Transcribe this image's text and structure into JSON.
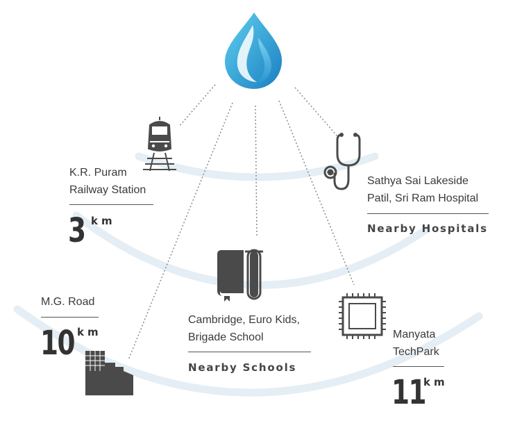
{
  "colors": {
    "arc": "#e4eef4",
    "icon": "#4a4a4a",
    "dots": "#8a8a8a",
    "drop_light": "#5fd0f0",
    "drop_dark": "#1b7ec0"
  },
  "items": {
    "railway": {
      "name_line1": "K.R. Puram",
      "name_line2": "Railway Station",
      "distance": "3",
      "unit": "km",
      "icon": "train-icon"
    },
    "hospital": {
      "name_line1": "Sathya Sai Lakeside",
      "name_line2": "Patil, Sri Ram Hospital",
      "category": "Nearby Hospitals",
      "icon": "stethoscope-icon"
    },
    "mg_road": {
      "name_line1": "M.G. Road",
      "distance": "10",
      "unit": "km",
      "icon": "buildings-icon"
    },
    "schools": {
      "name_line1": "Cambridge, Euro Kids,",
      "name_line2": "Brigade School",
      "category": "Nearby Schools",
      "icon": "books-icon"
    },
    "techpark": {
      "name_line1": "Manyata",
      "name_line2": "TechPark",
      "distance": "11",
      "unit": "km",
      "icon": "chip-icon"
    }
  },
  "center": {
    "icon": "water-drop-logo-icon"
  }
}
